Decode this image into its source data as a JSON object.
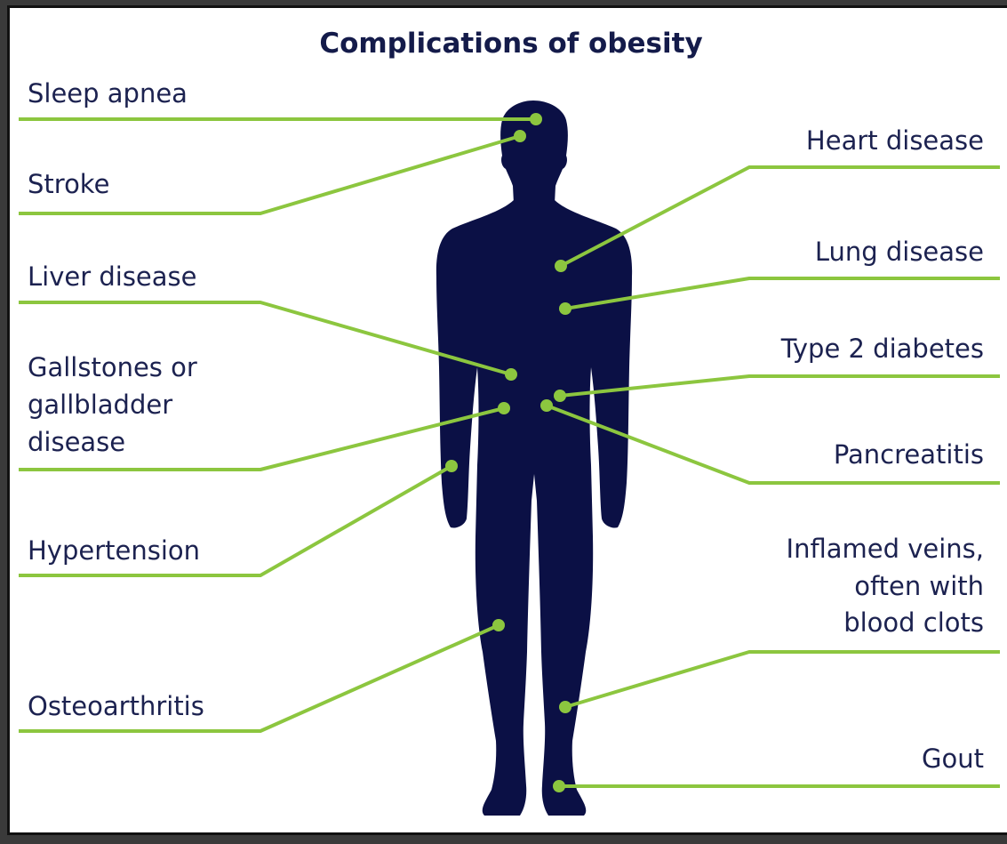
{
  "title": "Complications of obesity",
  "colors": {
    "background": "#ffffff",
    "silhouette": "#0b1045",
    "leader_line": "#8cc63f",
    "label_text": "#1c2250",
    "title_text": "#141b4a"
  },
  "left_labels": [
    {
      "id": "sleep-apnea",
      "lines": [
        "Sleep apnea"
      ]
    },
    {
      "id": "stroke",
      "lines": [
        "Stroke"
      ]
    },
    {
      "id": "liver-disease",
      "lines": [
        "Liver disease"
      ]
    },
    {
      "id": "gallstones",
      "lines": [
        "Gallstones or",
        "gallbladder",
        "disease"
      ]
    },
    {
      "id": "hypertension",
      "lines": [
        "Hypertension"
      ]
    },
    {
      "id": "osteoarthritis",
      "lines": [
        "Osteoarthritis"
      ]
    }
  ],
  "right_labels": [
    {
      "id": "heart-disease",
      "lines": [
        "Heart disease"
      ]
    },
    {
      "id": "lung-disease",
      "lines": [
        "Lung disease"
      ]
    },
    {
      "id": "type-2-diabetes",
      "lines": [
        "Type 2 diabetes"
      ]
    },
    {
      "id": "pancreatitis",
      "lines": [
        "Pancreatitis"
      ]
    },
    {
      "id": "inflamed-veins",
      "lines": [
        "Inflamed veins,",
        "often with",
        "blood clots"
      ]
    },
    {
      "id": "gout",
      "lines": [
        "Gout"
      ]
    }
  ]
}
